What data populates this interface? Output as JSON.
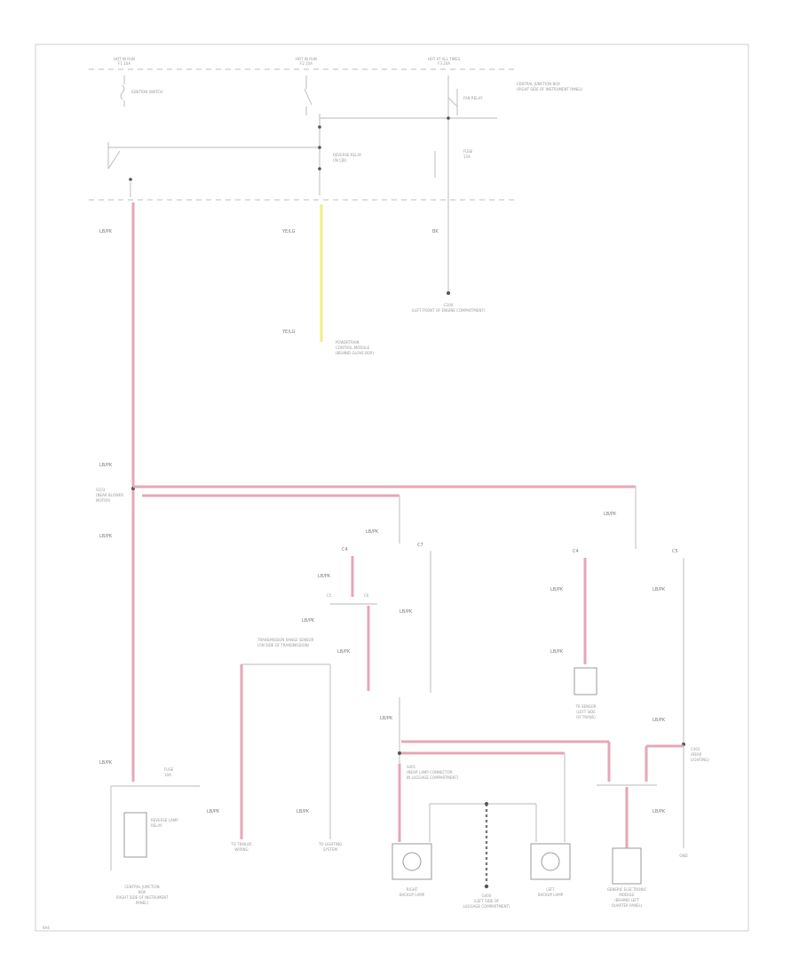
{
  "labels": {
    "hot_ign": "HOT IN RUN",
    "hot_ign_sub": "F1 10A",
    "hot_run": "HOT IN RUN",
    "hot_run_sub": "F2 10A",
    "hot_always": "HOT AT ALL TIMES",
    "hot_always_sub": "F3 20A",
    "central_box": "CENTRAL JUNCTION BOX",
    "central_box_sub": "(RIGHT SIDE OF INSTRUMENT PANEL)",
    "switch_ign": "IGNITION SWITCH",
    "relay_rev": "REVERSE RELAY",
    "relay_rev_sub": "(IN CJB)",
    "relay_fan": "FAN RELAY",
    "fuse_fan": "FUSE",
    "fuse_fan_sub": "15A",
    "wire_ign": "LB/PK",
    "wire_yel": "YE/LG",
    "wire_dk": "BK",
    "wire_pink1": "LB/PK",
    "wire_pink2": "LB/PK",
    "wire_pink3": "LB/PK",
    "wire_pink4": "LB/PK",
    "wire_pink5": "LB/PK",
    "wire_pink6": "LB/PK",
    "wire_pink7": "LB/PK",
    "wire_pink8": "LB/PK",
    "ground_top": "G100",
    "ground_top_sub": "(LEFT FRONT OF ENGINE COMPARTMENT)",
    "pcm_title": "POWERTRAIN",
    "pcm_l1": "CONTROL MODULE",
    "pcm_l2": "(BEHIND GLOVE BOX)",
    "splice_main": "S103",
    "splice_main_l1": "(NEAR BLOWER",
    "splice_main_l2": "MOTOR)",
    "conn_a": "C4",
    "conn_b": "C5",
    "conn_c": "C6",
    "conn_d": "C7",
    "shift_title": "TRANSMISSION RANGE SENSOR",
    "shift_l1": "(ON SIDE OF TRANSMISSION)",
    "reverse_relay_title": "TR SENSOR",
    "reverse_relay_l1": "(LEFT SIDE",
    "reverse_relay_l2": "OF TRANS)",
    "splice_rear": "S401",
    "splice_rear_l1": "(NEAR LAMP CONNECTOR",
    "splice_rear_l2": "IN LUGGAGE COMPARTMENT)",
    "splice_rear_l3": "",
    "lamp_r": "RIGHT",
    "lamp_r_l1": "BACKUP LAMP",
    "lamp_l": "LEFT",
    "lamp_l_l1": "BACKUP LAMP",
    "ground_rear": "G400",
    "ground_rear_l1": "(LEFT SIDE OF",
    "ground_rear_l2": "LUGGAGE COMPARTMENT)",
    "ground_rear_l3": "",
    "cjb_bottom": "CENTRAL JUNCTION",
    "cjb_bottom_l1": "BOX",
    "cjb_bottom_l2": "(RIGHT SIDE OF INSTRUMENT",
    "cjb_bottom_l3": "PANEL)",
    "fuse_bottom": "FUSE",
    "fuse_bottom_sub": "10A",
    "relay_bottom": "REVERSE LAMP",
    "relay_bottom_sub": "RELAY",
    "to_a": "TO TRAILER",
    "to_a_sub": "WIRING",
    "to_b": "TO LIGHTING",
    "to_b_sub": "SYSTEM",
    "splice_right": "C401",
    "splice_right_sub": "(REAR",
    "splice_right_l2": "LIGHTING)",
    "mod_right": "GENERIC ELECTRONIC",
    "mod_right_l1": "MODULE",
    "mod_right_l2": "(BEHIND LEFT",
    "mod_right_l3": "QUARTER PANEL)",
    "gnd_right": "GND",
    "footer_code": "KA4"
  },
  "colors": {
    "pink_wire": "#e6a7b6",
    "yellow_wire": "#eeef8a",
    "gray_wire": "#c8c8c8"
  }
}
